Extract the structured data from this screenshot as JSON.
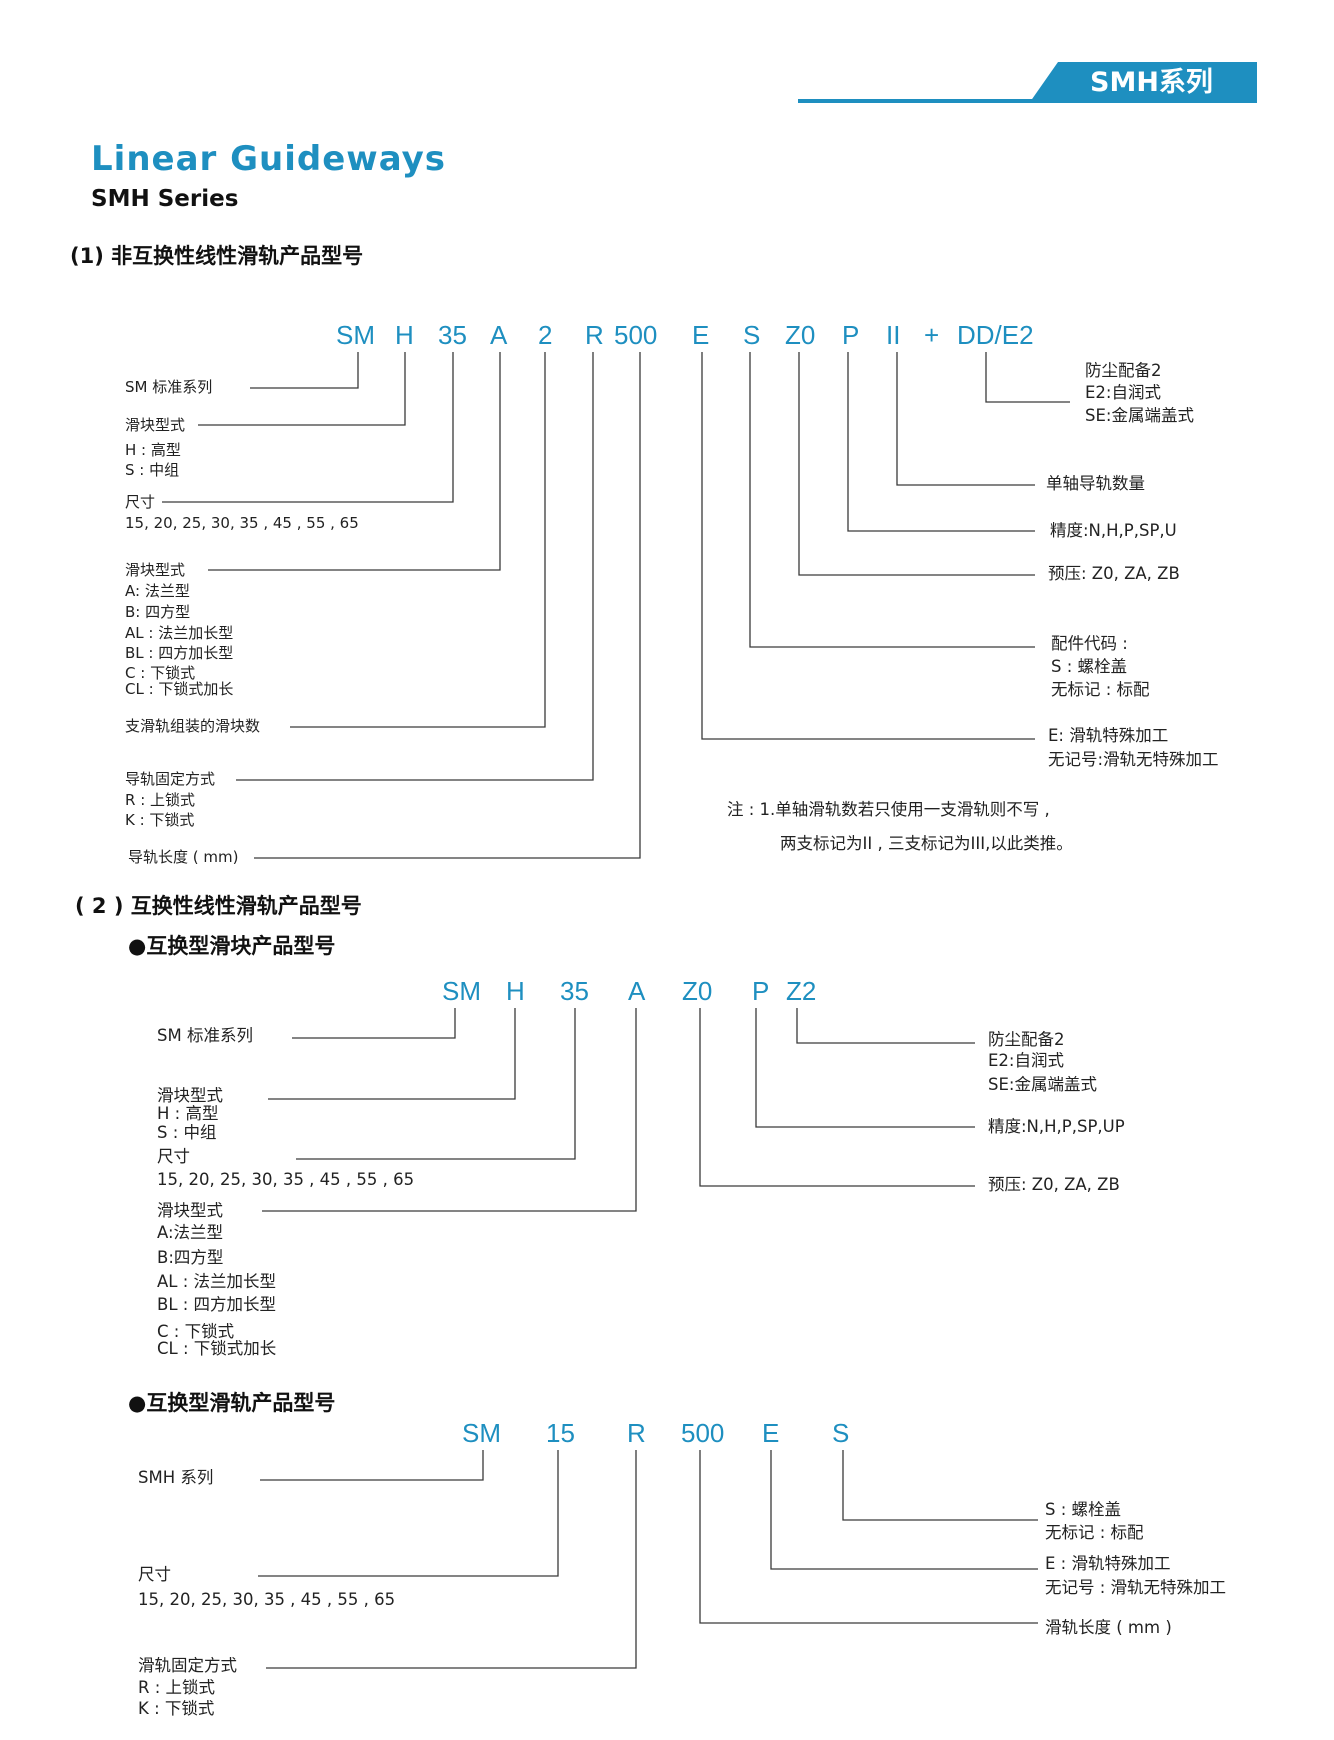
{
  "header": {
    "series_tab": "SMH系列",
    "title": "Linear Guideways",
    "subtitle": "SMH Series",
    "accent_color": "#1e8fc0"
  },
  "section1": {
    "heading": "(1) 非互换性线性滑轨产品型号",
    "codes": [
      "SM",
      "H",
      "35",
      "A",
      "2",
      "R",
      "500",
      "E",
      "S",
      "Z0",
      "P",
      "II",
      "+",
      "DD/E2"
    ],
    "left_labels": [
      [
        "SM 标准系列"
      ],
      [
        "滑块型式",
        "H : 高型",
        "S : 中组"
      ],
      [
        "尺寸",
        "15, 20, 25, 30, 35 , 45 , 55 , 65"
      ],
      [
        "滑块型式",
        "A: 法兰型",
        "B: 四方型",
        "AL : 法兰加长型",
        "BL : 四方加长型",
        "C : 下锁式",
        "CL : 下锁式加长"
      ],
      [
        "支滑轨组装的滑块数"
      ],
      [
        "导轨固定方式",
        "R : 上锁式",
        "K : 下锁式"
      ],
      [
        "导轨长度 ( mm)"
      ]
    ],
    "right_labels": [
      [
        "防尘配备2",
        "E2:自润式",
        "SE:金属端盖式"
      ],
      [
        "单轴导轨数量"
      ],
      [
        "精度:N,H,P,SP,U"
      ],
      [
        "预压: Z0, ZA, ZB"
      ],
      [
        "配件代码 :",
        "S : 螺栓盖",
        "无标记 : 标配"
      ],
      [
        "E: 滑轨特殊加工",
        "无记号:滑轨无特殊加工"
      ]
    ],
    "note": [
      "注 : 1.单轴滑轨数若只使用一支滑轨则不写 ,",
      "两支标记为II , 三支标记为III,以此类推。"
    ]
  },
  "section2": {
    "heading": "( 2 ) 互换性线性滑轨产品型号",
    "block_sub": "●互换型滑块产品型号",
    "block_codes": [
      "SM",
      "H",
      "35",
      "A",
      "Z0",
      "P",
      "Z2"
    ],
    "block_left_labels": [
      [
        "SM 标准系列"
      ],
      [
        "滑块型式",
        "H : 高型",
        "S : 中组"
      ],
      [
        "尺寸",
        "15, 20, 25, 30, 35 , 45 , 55 , 65"
      ],
      [
        "滑块型式",
        "A:法兰型",
        "B:四方型",
        "AL : 法兰加长型",
        "BL : 四方加长型",
        "C : 下锁式",
        "CL : 下锁式加长"
      ]
    ],
    "block_right_labels": [
      [
        "防尘配备2",
        "E2:自润式",
        "SE:金属端盖式"
      ],
      [
        "精度:N,H,P,SP,UP"
      ],
      [
        "预压: Z0, ZA, ZB"
      ]
    ],
    "rail_sub": "●互换型滑轨产品型号",
    "rail_codes": [
      "SM",
      "15",
      "R",
      "500",
      "E",
      "S"
    ],
    "rail_left_labels": [
      [
        "SMH 系列"
      ],
      [
        "尺寸",
        "15, 20, 25, 30, 35 , 45 , 55 , 65"
      ],
      [
        "滑轨固定方式",
        "R : 上锁式",
        "K : 下锁式"
      ]
    ],
    "rail_right_labels": [
      [
        "S : 螺栓盖",
        "无标记 : 标配"
      ],
      [
        "E : 滑轨特殊加工",
        "无记号 : 滑轨无特殊加工"
      ],
      [
        "滑轨长度 ( mm )"
      ]
    ]
  }
}
